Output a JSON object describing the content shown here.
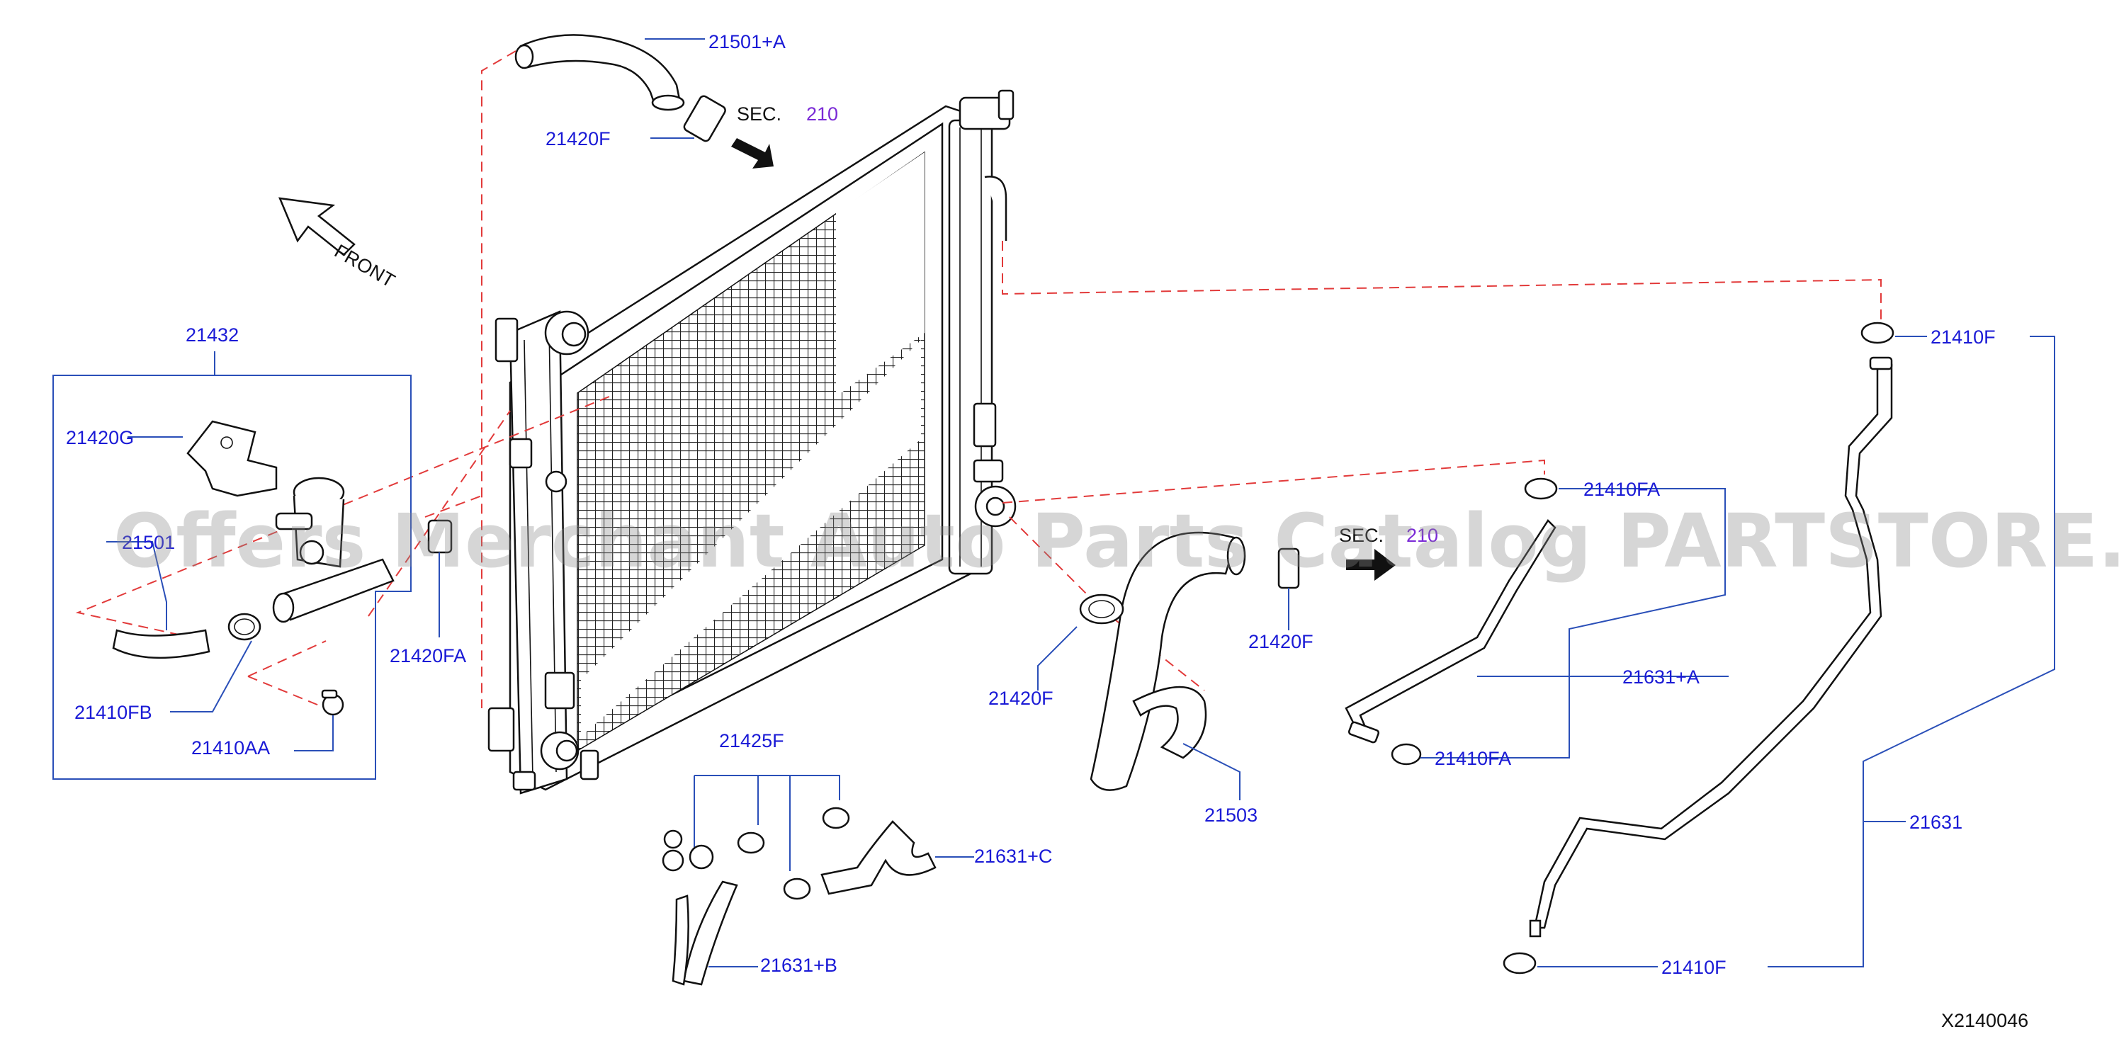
{
  "diagram_code": "X2140046",
  "watermark": "Offers Merchant Auto Parts Catalog PARTSTORE.SA",
  "front_label": "FRONT",
  "sec_references": [
    {
      "prefix": "SEC.",
      "number": "210"
    },
    {
      "prefix": "SEC.",
      "number": "210"
    }
  ],
  "part_labels": {
    "p21501_A": "21501+A",
    "p21420F_top": "21420F",
    "p21432": "21432",
    "p21420G": "21420G",
    "p21501": "21501",
    "p21410FB": "21410FB",
    "p21410AA": "21410AA",
    "p21420FA": "21420FA",
    "p21425F": "21425F",
    "p21631_C": "21631+C",
    "p21631_B": "21631+B",
    "p21420F_mid": "21420F",
    "p21503": "21503",
    "p21420F_right": "21420F",
    "p21410FA_top": "21410FA",
    "p21631_A": "21631+A",
    "p21410FA_bot": "21410FA",
    "p21410F_top": "21410F",
    "p21631": "21631",
    "p21410F_bot": "21410F"
  },
  "colors": {
    "label_blue": "#1a1ad6",
    "leader_blue": "#2a4fb8",
    "dashed_red": "#e23a3a",
    "sec_purple": "#7a2ad6"
  }
}
